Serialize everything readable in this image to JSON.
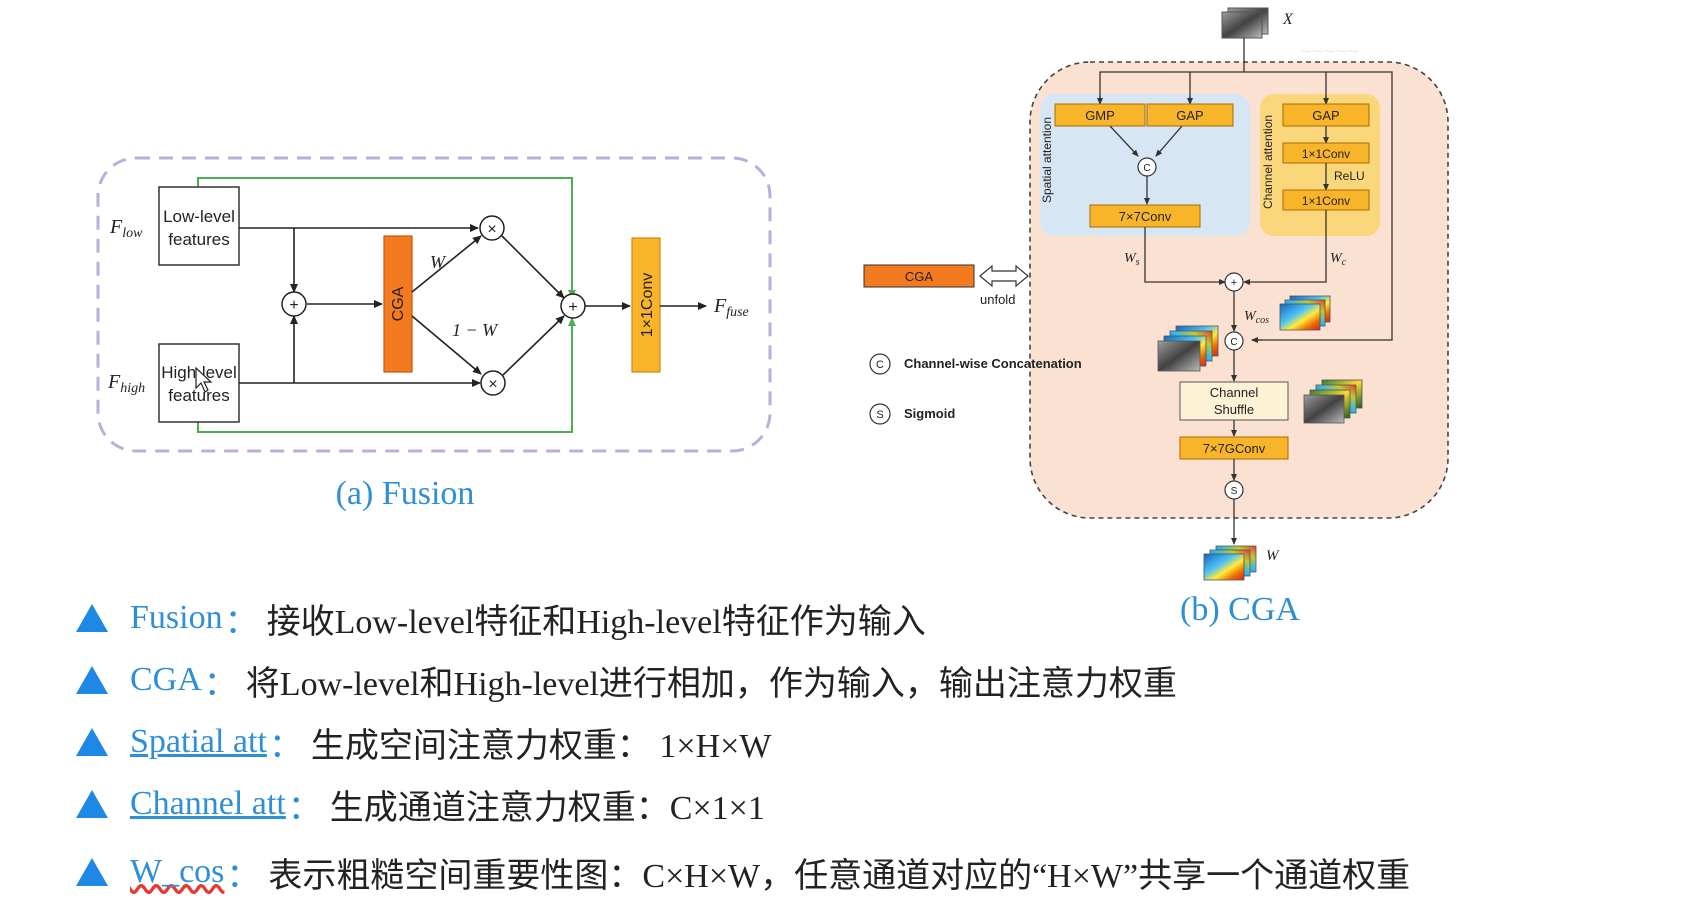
{
  "fusion": {
    "low_box": [
      "Low-level",
      "features"
    ],
    "high_box": [
      "High-level",
      "features"
    ],
    "f_low": "F",
    "f_low_sub": "low",
    "f_high": "F",
    "f_high_sub": "high",
    "cga_label": "CGA",
    "w_label": "W",
    "one_minus_w": "1 − W",
    "conv_label": "1×1Conv",
    "f_fuse": "F",
    "f_fuse_sub": "fuse",
    "plus": "+",
    "times": "×",
    "caption": "(a) Fusion"
  },
  "cga": {
    "x_label": "X",
    "w_out_label": "W",
    "gmp": "GMP",
    "gap1": "GAP",
    "gap2": "GAP",
    "spatial_attention": "Spatial attention",
    "channel_attention": "Channel attention",
    "conv7": "7×7Conv",
    "conv1a": "1×1Conv",
    "relu": "ReLU",
    "conv1b": "1×1Conv",
    "ws": "W",
    "ws_sub": "s",
    "wc": "W",
    "wc_sub": "c",
    "wcos": "W",
    "wcos_sub": "cos",
    "c_symbol": "C",
    "s_symbol": "S",
    "channel_shuffle": [
      "Channel",
      "Shuffle"
    ],
    "gconv": "7×7GConv",
    "legend_cga": "CGA",
    "unfold": "unfold",
    "legend_c": "Channel-wise Concatenation",
    "legend_s": "Sigmoid",
    "caption": "(b) CGA"
  },
  "bullets": [
    {
      "key": "Fusion",
      "sep": "：",
      "text": "接收Low-level特征和High-level特征作为输入"
    },
    {
      "key": "CGA",
      "sep": "：",
      "text": "将Low-level和High-level进行相加，作为输入，输出注意力权重"
    },
    {
      "key": "Spatial att",
      "sep": "：",
      "text": "生成空间注意力权重：  1×H×W"
    },
    {
      "key": "Channel att",
      "sep": "：",
      "text": "生成通道注意力权重：C×1×1"
    },
    {
      "key": "W_cos",
      "sep": "：",
      "text": "表示粗糙空间重要性图：C×H×W，任意通道对应的“H×W”共享一个通道权重"
    }
  ],
  "colors": {
    "orange": "#f47a1f",
    "yellow": "#f8b52a",
    "blue_text": "#2e8fd6",
    "triangle": "#1e88e5",
    "cga_bg": "#fbe1d2",
    "spatial_bg": "#d7e6f4",
    "channel_bg": "#fbd77c",
    "green_line": "#4caf50"
  }
}
